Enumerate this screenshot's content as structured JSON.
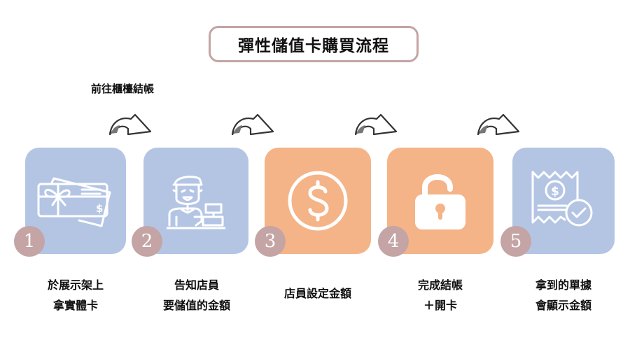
{
  "title": "彈性儲值卡購買流程",
  "subtitle": "前往櫃檯結帳",
  "colors": {
    "title_border": "#c4a4a4",
    "badge": "#c4a4a4",
    "blue_box": "#b4c5e4",
    "orange_box": "#f4b488",
    "icon_stroke": "#ffffff"
  },
  "steps": [
    {
      "number": "1",
      "icon": "gift-card-icon",
      "color": "blue",
      "label_lines": [
        "於展示架上",
        "拿實體卡"
      ]
    },
    {
      "number": "2",
      "icon": "cashier-icon",
      "color": "blue",
      "label_lines": [
        "告知店員",
        "要儲值的金額"
      ]
    },
    {
      "number": "3",
      "icon": "dollar-coin-icon",
      "color": "orange",
      "label_lines": [
        "店員設定金額"
      ]
    },
    {
      "number": "4",
      "icon": "unlock-icon",
      "color": "orange",
      "label_lines": [
        "完成結帳",
        "＋開卡"
      ]
    },
    {
      "number": "5",
      "icon": "receipt-check-icon",
      "color": "blue",
      "label_lines": [
        "拿到的單據",
        "會顯示金額"
      ]
    }
  ],
  "arrows": [
    "curved-arrow-icon",
    "curved-arrow-icon",
    "curved-arrow-icon",
    "curved-arrow-icon"
  ]
}
